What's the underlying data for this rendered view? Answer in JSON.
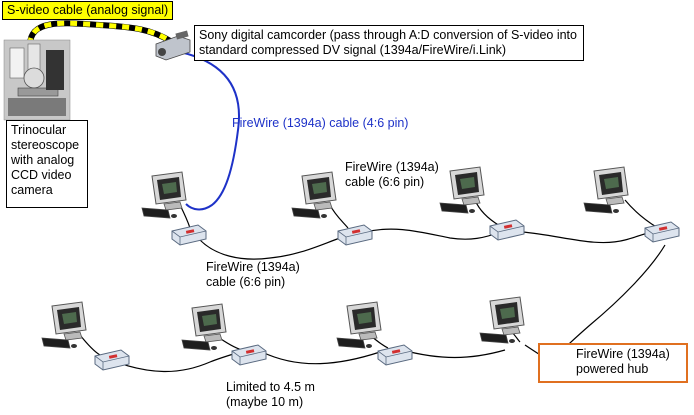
{
  "labels": {
    "svideo": "S-video cable (analog signal)",
    "camcorder": "Sony digital camcorder (pass through A:D conversion of S-video into standard compressed DV signal (1394a/FireWire/i.Link)",
    "stereoscope": "Trinocular stereoscope with analog CCD video camera",
    "firewire_46": "FireWire (1394a) cable (4:6 pin)",
    "firewire_66_top": "FireWire (1394a) cable (6:6 pin)",
    "firewire_66_mid": "FireWire (1394a) cable (6:6 pin)",
    "hub": "FireWire (1394a) powered hub",
    "limit": "Limited to 4.5 m (maybe 10 m)"
  },
  "colors": {
    "firewire_camera_cable": "#1e32c8",
    "hub_border": "#e07020",
    "svideo_label_bg": "#ffff00",
    "cable": "#000000"
  },
  "icons": {
    "computer": "computer-icon",
    "device": "firewire-device-icon",
    "camcorder": "camcorder-icon",
    "microscope": "microscope-icon"
  }
}
